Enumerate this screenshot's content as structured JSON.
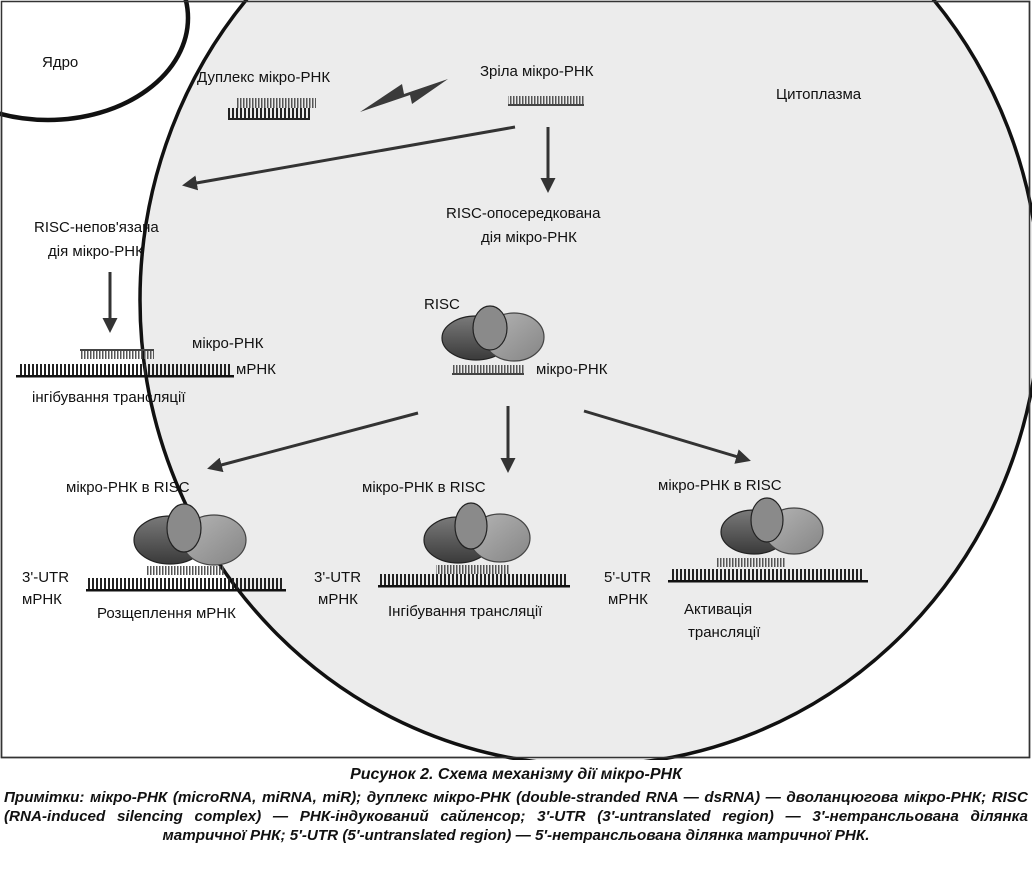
{
  "labels": {
    "nucleus": "Ядро",
    "cytoplasm": "Цитоплазма",
    "duplex": "Дуплекс мікро-РНК",
    "mature": "Зріла мікро-РНК",
    "risc_independent_1": "RISC-непов'язана",
    "risc_independent_2": "дія мікро-РНК",
    "risc_mediated_1": "RISC-опосередкована",
    "risc_mediated_2": "дія мікро-РНК",
    "left_mirna": "мікро-РНК",
    "left_mrna": "мРНК",
    "left_inhibition": "інгібування трансляції",
    "risc": "RISC",
    "risc_mirna": "мікро-РНК",
    "mirna_in_risc": "мікро-РНК в RISC",
    "utr3": "3'-UTR",
    "utr5": "5'-UTR",
    "mrna": "мРНК",
    "cleavage": "Розщеплення мРНК",
    "inhibition": "Інгібування трансляції",
    "activation_1": "Активація",
    "activation_2": "трансляції"
  },
  "caption": {
    "title": "Рисунок 2. Схема механізму дії  мікро-РНК",
    "notes": "Примітки: мікро-РНК (microRNA, miRNA, miR); дуплекс мікро-РНК (double-stranded RNA — dsRNA) — дволанцюгова мікро-РНК; RISC (RNA-induced silencing complex) — РНК-індукований сайленсор; 3′-UTR (3′-untranslated region) — 3′-нетрансльована ділянка матричної РНК; 5′-UTR (5′-untranslated region) — 5′-нетрансльована ділянка матричної РНК."
  },
  "colors": {
    "cell": "#ededed",
    "outline": "#111111",
    "risc_dark": "#555555",
    "risc_light": "#9a9a9a"
  }
}
